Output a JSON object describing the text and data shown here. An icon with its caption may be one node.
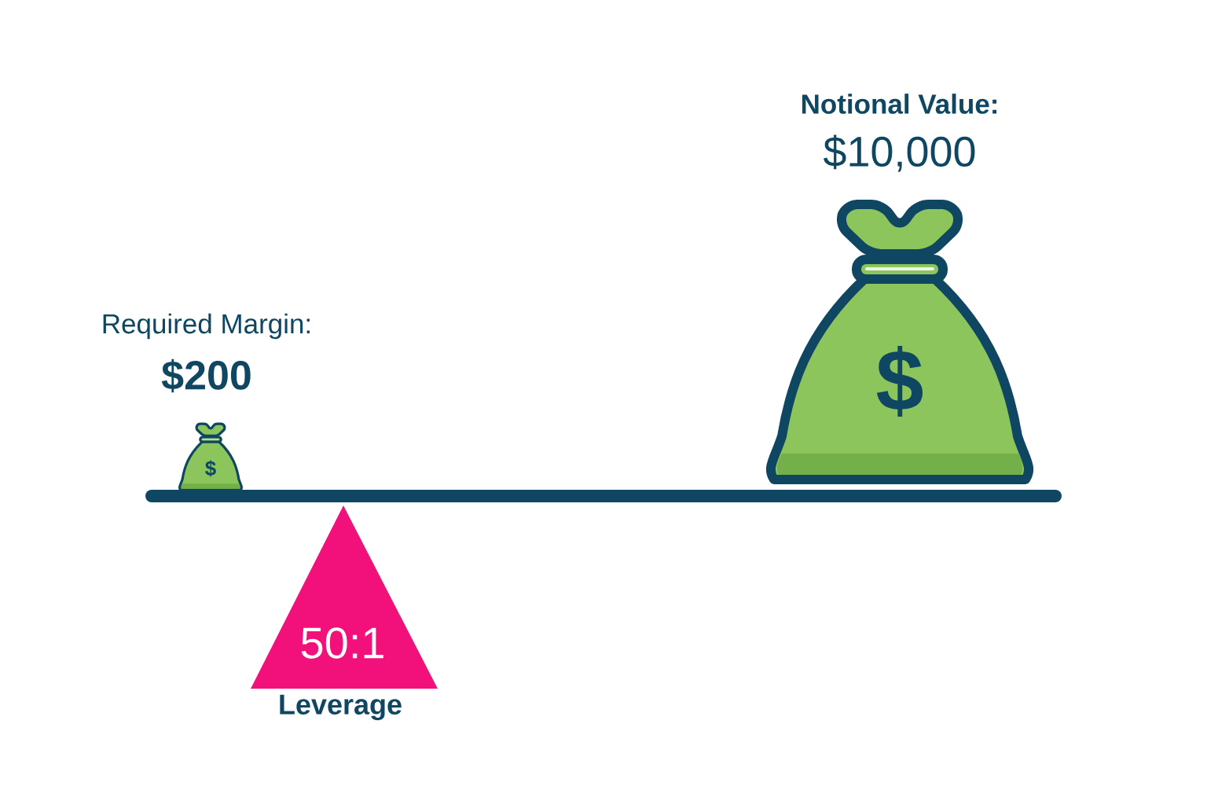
{
  "diagram": {
    "nodes": [
      {
        "text": [
          "50:1"
        ],
        "beside": [
          "Leverage"
        ]
      }
    ],
    "labels": [
      "Notional Value:",
      "$10,000",
      "Required Margin:",
      "$200",
      "$",
      "$"
    ]
  }
}
